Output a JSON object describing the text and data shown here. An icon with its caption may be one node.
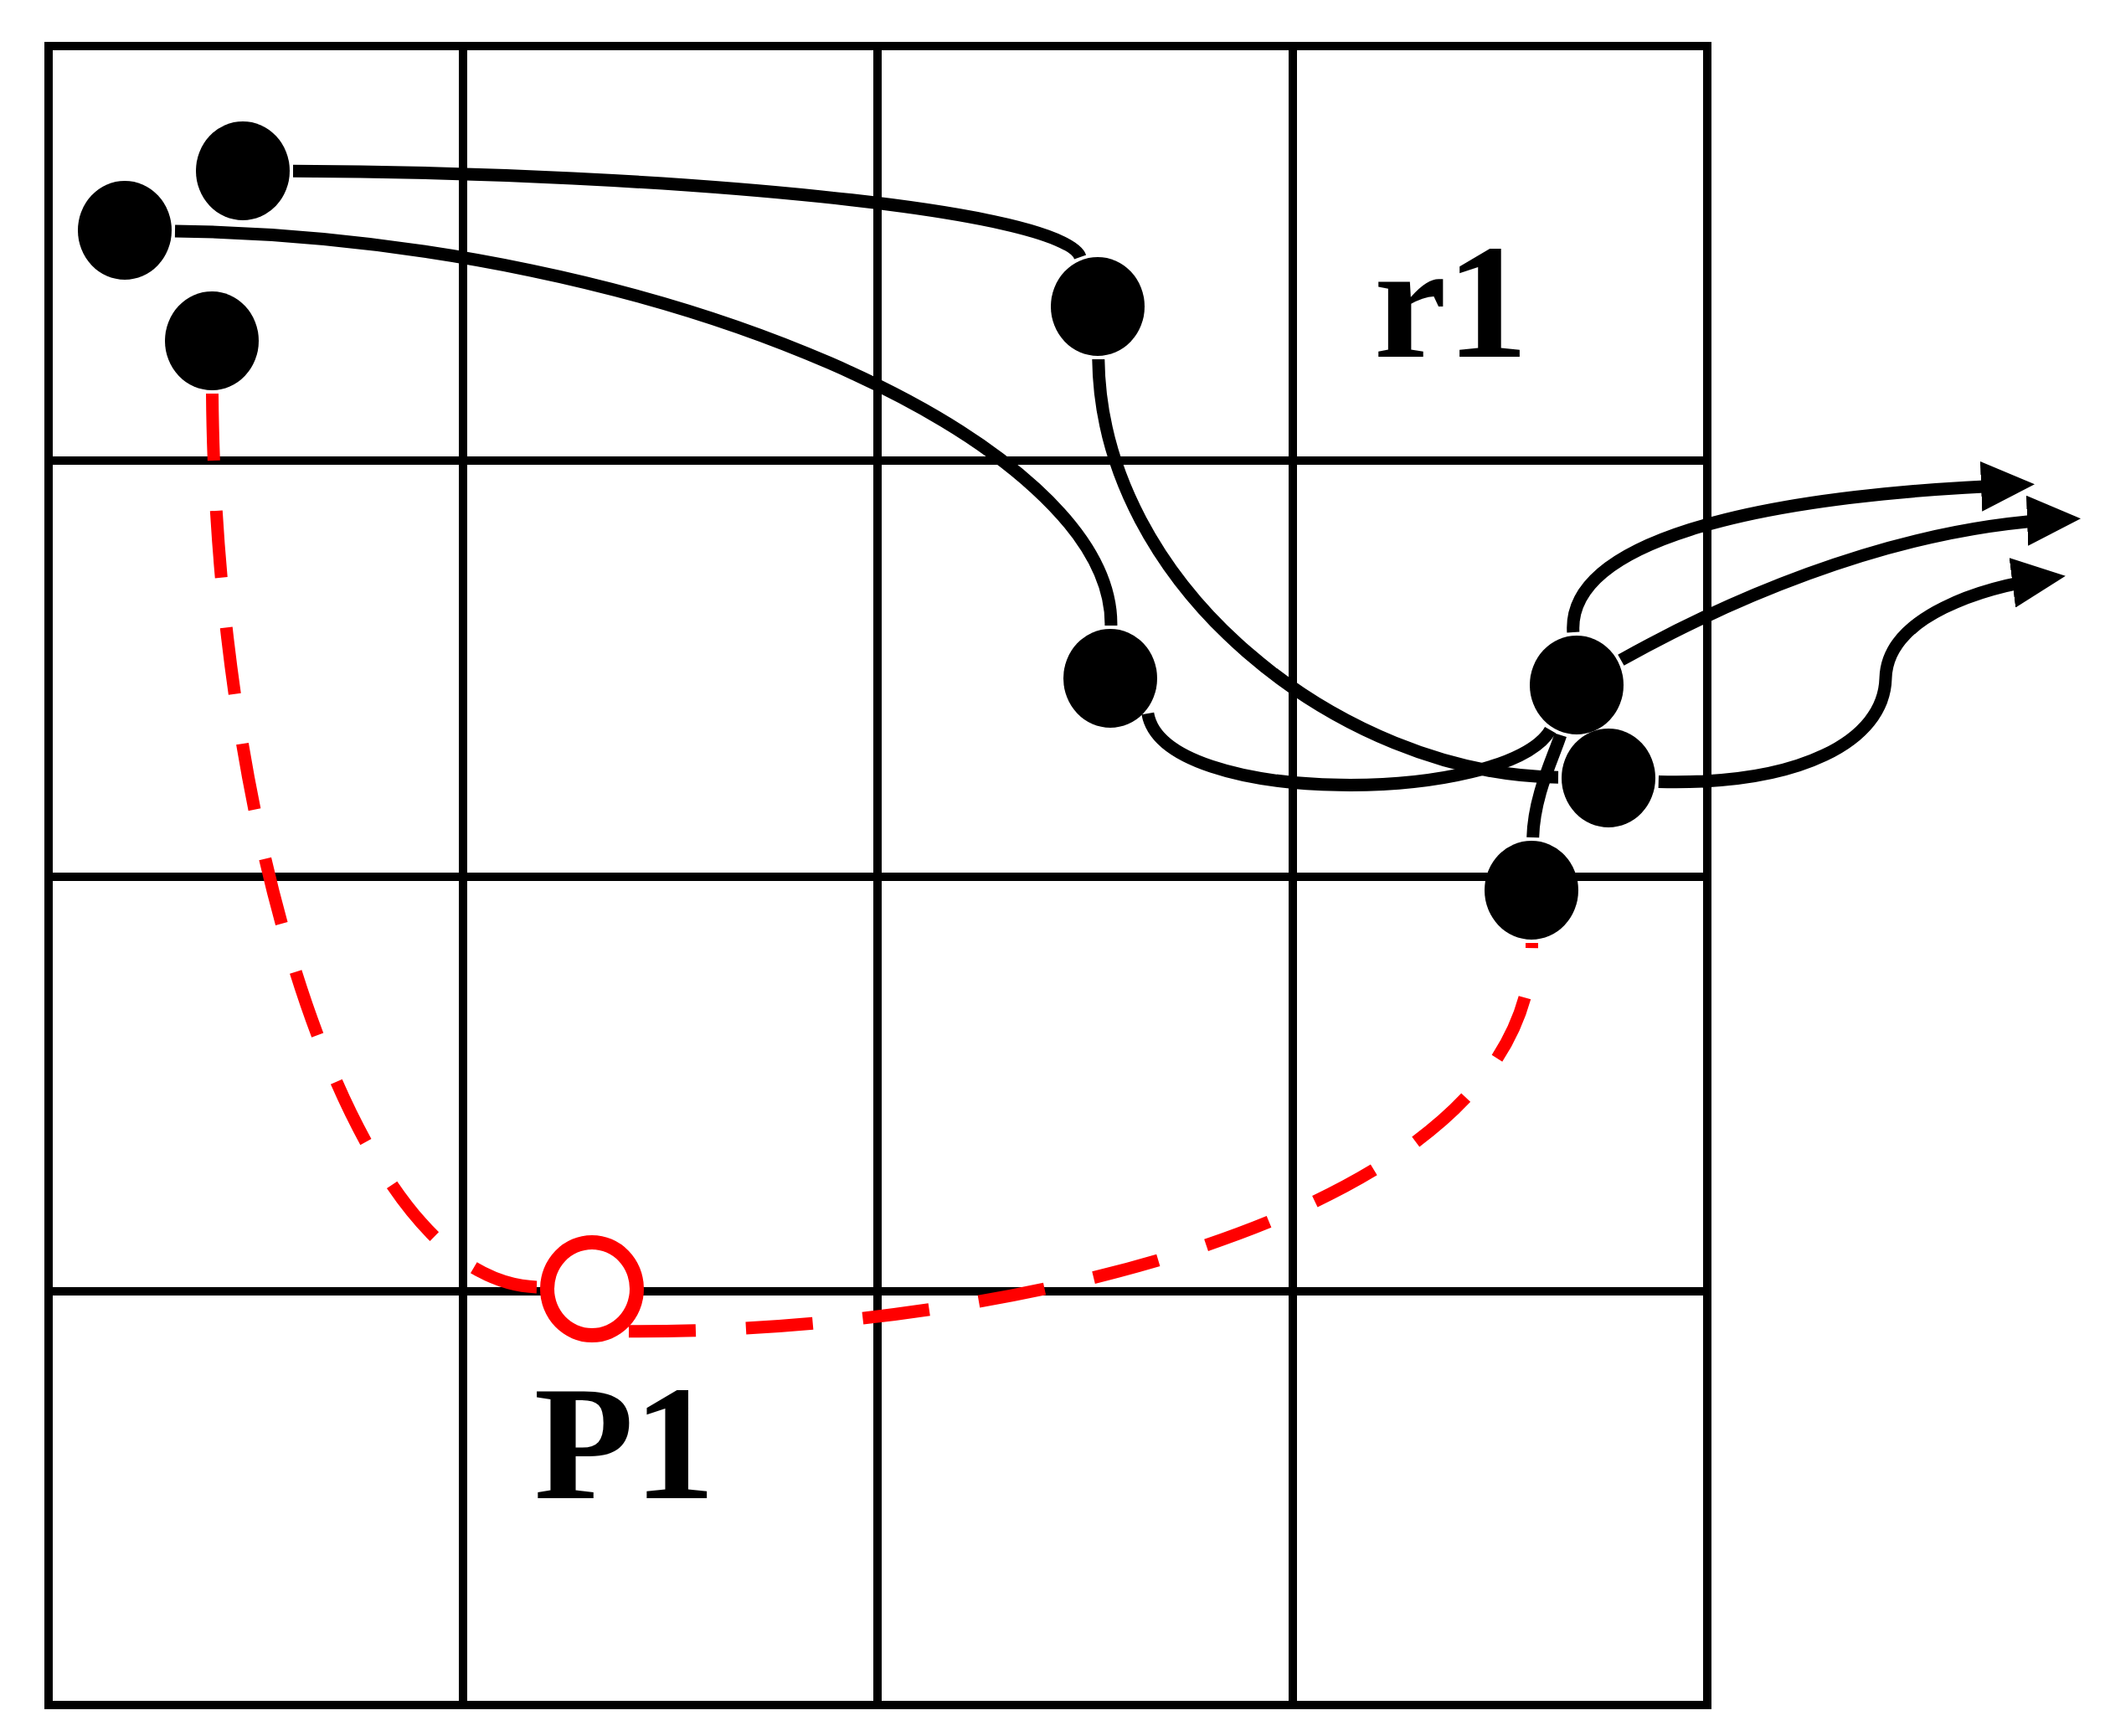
{
  "diagram": {
    "nodes": [
      {
        "text": [],
        "shape": "circle"
      },
      {
        "text": [],
        "shape": "circle"
      },
      {
        "text": [],
        "shape": "circle"
      },
      {
        "text": [],
        "shape": "circle"
      },
      {
        "text": [],
        "shape": "circle"
      },
      {
        "text": [],
        "shape": "circle"
      },
      {
        "text": [],
        "shape": "circle"
      },
      {
        "text": [],
        "shape": "circle"
      },
      {
        "text": [],
        "shape": "circle",
        "beside": [
          "P1"
        ]
      }
    ],
    "edges": [
      {
        "from": 0,
        "to": 2,
        "arrow": "none"
      },
      {
        "from": 1,
        "to": 4,
        "arrow": "none"
      },
      {
        "from": 2,
        "to": 6,
        "arrow": "none"
      },
      {
        "from": 4,
        "to": 5,
        "arrow": "none"
      },
      {
        "from": 7,
        "to": 5,
        "arrow": "none"
      },
      {
        "from": 5,
        "to": null,
        "arrow": "to"
      },
      {
        "from": 5,
        "to": null,
        "arrow": "to"
      },
      {
        "from": 6,
        "to": null,
        "arrow": "to"
      },
      {
        "from": 3,
        "to": 8,
        "arrow": "none",
        "style": "dashed",
        "color": "#ff0000"
      },
      {
        "from": 8,
        "to": 7,
        "arrow": "none",
        "style": "dashed",
        "color": "#ff0000"
      }
    ],
    "labels": [
      "r1"
    ]
  }
}
